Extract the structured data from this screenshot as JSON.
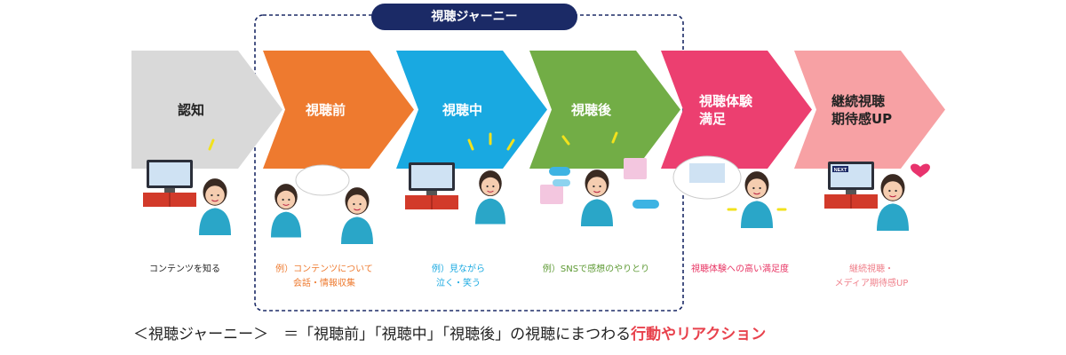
{
  "journey_badge": "視聴ジャーニー",
  "steps": [
    {
      "title_line1": "認知",
      "title_line2": "",
      "color": "#d9d9d9",
      "text_color": "#222222",
      "caption_line1": "コンテンツを知る",
      "caption_line2": "",
      "caption_color": "#222222"
    },
    {
      "title_line1": "視聴前",
      "title_line2": "",
      "color": "#ee7a2f",
      "text_color": "#ffffff",
      "caption_line1": "例）コンテンツについて",
      "caption_line2": "会話・情報収集",
      "caption_color": "#ee7a2f"
    },
    {
      "title_line1": "視聴中",
      "title_line2": "",
      "color": "#19a9e1",
      "text_color": "#ffffff",
      "caption_line1": "例）見ながら",
      "caption_line2": "泣く・笑う",
      "caption_color": "#19a9e1"
    },
    {
      "title_line1": "視聴後",
      "title_line2": "",
      "color": "#72ad46",
      "text_color": "#ffffff",
      "caption_line1": "例）SNSで感想のやりとり",
      "caption_line2": "",
      "caption_color": "#5e9a34"
    },
    {
      "title_line1": "視聴体験",
      "title_line2": "満足",
      "color": "#ec3f70",
      "text_color": "#ffffff",
      "caption_line1": "視聴体験への高い満足度",
      "caption_line2": "",
      "caption_color": "#e83564"
    },
    {
      "title_line1": "継続視聴",
      "title_line2": "期待感UP",
      "color": "#f7a1a4",
      "text_color": "#222222",
      "caption_line1": "継続視聴・",
      "caption_line2": "メディア期待感UP",
      "caption_color": "#ef7f8a"
    }
  ],
  "tv_next_label": "NEXT",
  "footer": {
    "prefix": "＜視聴ジャーニー＞　＝「視聴前」「視聴中」「視聴後」の視聴にまつわる",
    "accent": "行動やリアクション"
  },
  "colors": {
    "journey_border": "#1b2a66",
    "accent": "#e8424d",
    "skin": "#f5cdb0",
    "hair": "#3a2a22",
    "shirt": "#2aa6c8",
    "tv_red": "#d23a2a",
    "spark": "#f2e21c"
  }
}
